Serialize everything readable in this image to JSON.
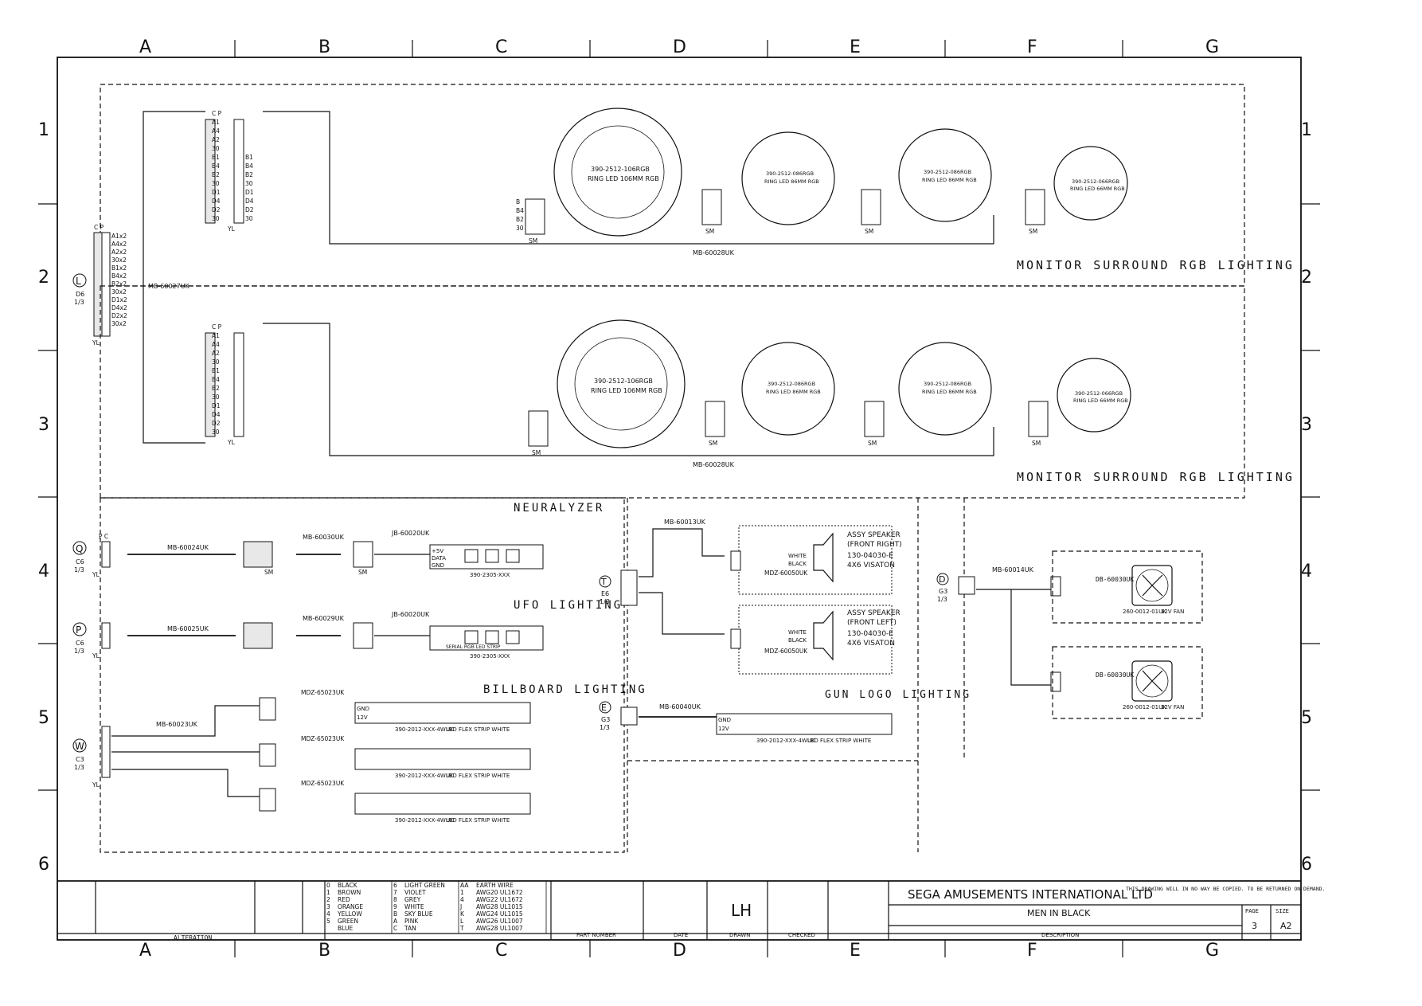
{
  "grid": {
    "columns": [
      "A",
      "B",
      "C",
      "D",
      "E",
      "F",
      "G"
    ],
    "rows": [
      "1",
      "2",
      "3",
      "4",
      "5",
      "6"
    ]
  },
  "sections": {
    "monitor_top": "MONITOR SURROUND RGB LIGHTING",
    "monitor_bottom": "MONITOR SURROUND RGB LIGHTING",
    "neuralyzer": "NEURALYZER",
    "ufo": "UFO LIGHTING",
    "billboard": "BILLBOARD LIGHTING",
    "gun_logo": "GUN LOGO LIGHTING"
  },
  "sources": {
    "L": {
      "letter": "L",
      "ref": "D6",
      "page": "1/3"
    },
    "Q": {
      "letter": "Q",
      "ref": "C6",
      "page": "1/3"
    },
    "P": {
      "letter": "P",
      "ref": "C6",
      "page": "1/3"
    },
    "W": {
      "letter": "W",
      "ref": "C3",
      "page": "1/3"
    },
    "T": {
      "letter": "T",
      "ref": "E6",
      "page": "1/3"
    },
    "E": {
      "letter": "E",
      "ref": "G3",
      "page": "1/3"
    },
    "D": {
      "letter": "D",
      "ref": "G3",
      "page": "1/3"
    }
  },
  "harness": {
    "mb27": "MB-60027UK",
    "mb28a": "MB-60028UK",
    "mb28b": "MB-60028UK",
    "mb24": "MB-60024UK",
    "mb30": "MB-60030UK",
    "jb20a": "JB-60020UK",
    "mb25": "MB-60025UK",
    "mb29": "MB-60029UK",
    "jb20b": "JB-60020UK",
    "mb23": "MB-60023UK",
    "mdz23a": "MDZ-65023UK",
    "mdz23b": "MDZ-65023UK",
    "mdz23c": "MDZ-65023UK",
    "mb13": "MB-60013UK",
    "mdz50a": "MDZ-60050UK",
    "mdz50b": "MDZ-60050UK",
    "mb40": "MB-60040UK",
    "mb14": "MB-60014UK",
    "db30a": "DB-60030UK",
    "db30b": "DB-60030UK"
  },
  "rings": {
    "big_part": "390-2512-106RGB",
    "big_desc": "RING LED 106MM RGB",
    "med_part": "390-2512-086RGB",
    "med_desc": "RING LED 86MM RGB",
    "small_part": "390-2512-066RGB",
    "small_desc": "RING LED 66MM RGB"
  },
  "pin_labels": {
    "c_p": "C P",
    "p_c": "P C",
    "yl": "YL",
    "sm": "SM",
    "gnd": "GND",
    "v12": "12V",
    "v5": "+5V",
    "data": "DATA",
    "ring_wires": [
      "B",
      "B4",
      "B2",
      "30"
    ],
    "l_pins": [
      "A1",
      "A4",
      "A2",
      "30",
      "B1",
      "B4",
      "B2",
      "30",
      "D1",
      "D4",
      "D2",
      "30"
    ],
    "l_conn": [
      "A1x2",
      "A4x2",
      "A2x2",
      "30x2",
      "B1x2",
      "B4x2",
      "B2x2",
      "30x2",
      "D1x2",
      "D4x2",
      "D2x2",
      "30x2"
    ],
    "l_right": [
      "B1",
      "B4",
      "B2",
      "30",
      "D1",
      "D4",
      "D2",
      "30"
    ]
  },
  "strips": {
    "pixel": "390-2305-XXX",
    "pixel_desc": "SERIAL RGB LED STRIP",
    "white_a": "390-2012-XXX-4WUK",
    "white_b": "390-2012-XXX-4WUK",
    "white_c": "390-2012-XXX-4WUK",
    "white_gun": "390-2012-XXX-4WUK",
    "flex_desc": "LED FLEX STRIP WHITE"
  },
  "speakers": {
    "right": {
      "title": "ASSY SPEAKER",
      "side": "(FRONT RIGHT)",
      "part": "130-04030-E",
      "size": "4X6 VISATON"
    },
    "left": {
      "title": "ASSY SPEAKER",
      "side": "(FRONT LEFT)",
      "part": "130-04030-E",
      "size": "4X6 VISATON"
    },
    "white": "WHITE",
    "black": "BLACK"
  },
  "fans": {
    "part": "260-0012-01UK",
    "desc": "12V FAN"
  },
  "colour_table": [
    [
      "0",
      "BLACK",
      "6",
      "LIGHT GREEN",
      "AA",
      "EARTH WIRE"
    ],
    [
      "1",
      "BROWN",
      "7",
      "VIOLET",
      "1",
      "AWG20 UL1672"
    ],
    [
      "2",
      "RED",
      "8",
      "GREY",
      "4",
      "AWG22 UL1672"
    ],
    [
      "3",
      "ORANGE",
      "9",
      "WHITE",
      "J",
      "AWG28 UL1015"
    ],
    [
      "4",
      "YELLOW",
      "B",
      "SKY BLUE",
      "K",
      "AWG24 UL1015"
    ],
    [
      "5",
      "GREEN",
      "A",
      "PINK",
      "L",
      "AWG26 UL1007"
    ],
    [
      "",
      "BLUE",
      "C",
      "TAN",
      "T",
      "AWG28 UL1007"
    ]
  ],
  "title_block": {
    "company": "SEGA AMUSEMENTS INTERNATIONAL LTD",
    "notice": "THIS DRAWING WILL IN NO WAY BE COPIED. TO BE RETURNED ON DEMAND.",
    "drawn_by": "LH",
    "title": "MEN IN BLACK",
    "page_label": "PAGE",
    "size_label": "SIZE",
    "page": "3",
    "size": "A2",
    "alteration": "ALTERATION",
    "part_number": "PART NUMBER",
    "date": "DATE",
    "drawn": "DRAWN",
    "checked": "CHECKED",
    "description": "DESCRIPTION"
  }
}
